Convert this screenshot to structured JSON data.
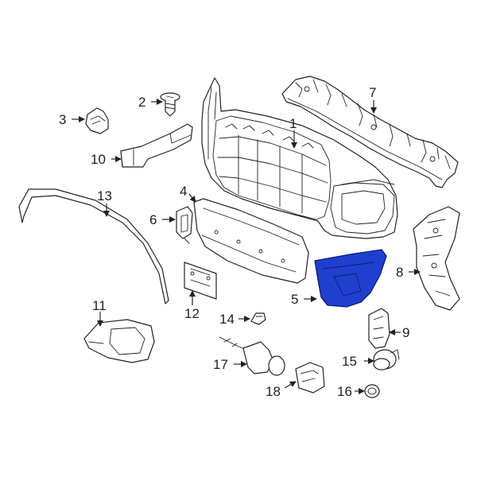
{
  "highlight_color": "#1f3fcf",
  "callouts": {
    "c1": "1",
    "c2": "2",
    "c3": "3",
    "c4": "4",
    "c5": "5",
    "c6": "6",
    "c7": "7",
    "c8": "8",
    "c9": "9",
    "c10": "10",
    "c11": "11",
    "c12": "12",
    "c13": "13",
    "c14": "14",
    "c15": "15",
    "c16": "16",
    "c17": "17",
    "c18": "18"
  }
}
